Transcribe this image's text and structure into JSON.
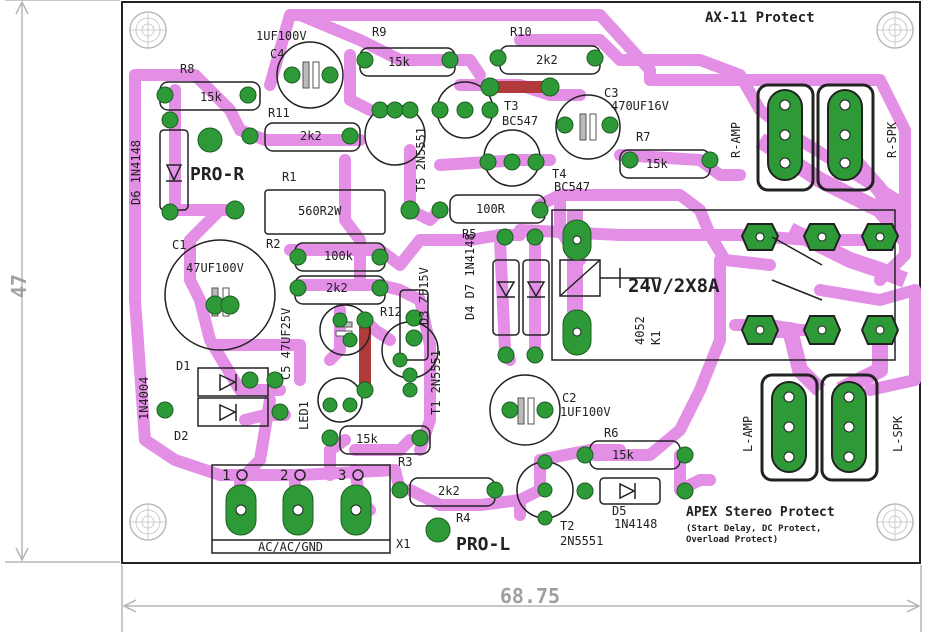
{
  "board": {
    "title": "AX-11 Protect",
    "product_name": "APEX Stereo Protect",
    "product_desc_1": "(Start Delay, DC Protect,",
    "product_desc_2": "Overload Protect)",
    "pro_r": "PRO-R",
    "pro_l": "PRO-L"
  },
  "dimensions": {
    "width": "68.75",
    "height": "47"
  },
  "connectors": {
    "x1_label": "X1",
    "x1_pins": [
      "1",
      "2",
      "3"
    ],
    "x1_desc": "AC/AC/GND",
    "r_amp": "R-AMP",
    "r_spk": "R-SPK",
    "l_amp": "L-AMP",
    "l_spk": "L-SPK"
  },
  "relay": {
    "rating": "24V/2X8A",
    "part": "4052",
    "ref": "K1"
  },
  "parts": {
    "C1": "C1",
    "C1_val": "47UF100V",
    "C2": "C2",
    "C2_val": "1UF100V",
    "C3": "C3",
    "C3_val": "470UF16V",
    "C4": "C4",
    "C4_val": "1UF100V",
    "C5": "C5",
    "C5_val": "47UF25V",
    "R1": "R1",
    "R1_val": "560R2W",
    "R2": "R2",
    "R2_val": "100k",
    "R3": "R3",
    "R3_val": "15k",
    "R4": "R4",
    "R4_val": "2k2",
    "R5": "R5",
    "R5_val": "100R",
    "R6": "R6",
    "R6_val": "15k",
    "R7": "R7",
    "R7_val": "15k",
    "R8": "R8",
    "R8_val": "15k",
    "R9": "R9",
    "R9_val": "15k",
    "R10": "R10",
    "R10_val": "2k2",
    "R11": "R11",
    "R11_val": "2k2",
    "R12": "R12",
    "R12_val": "2k2",
    "D1": "D1",
    "D2": "D2",
    "D12_val": "1N4004",
    "D3": "D3",
    "D3_val": "ZF15V",
    "D47": "D4 D7",
    "D47_val": "1N4148",
    "D5": "D5",
    "D5_val": "1N4148",
    "D6": "D6",
    "D6_val": "1N4148",
    "T1": "T1",
    "T1_val": "2N5551",
    "T2": "T2",
    "T2_val": "2N5551",
    "T3": "T3",
    "T3_val": "BC547",
    "T4": "T4",
    "T4_val": "BC547",
    "T5": "T5",
    "T5_val": "2N5551",
    "LED1": "LED1"
  },
  "colors": {
    "trace": "#e48fe6",
    "pad": "#2d9a37",
    "jumper": "#b23a3a",
    "silk": "#222222",
    "dim": "#a0a0a0"
  }
}
